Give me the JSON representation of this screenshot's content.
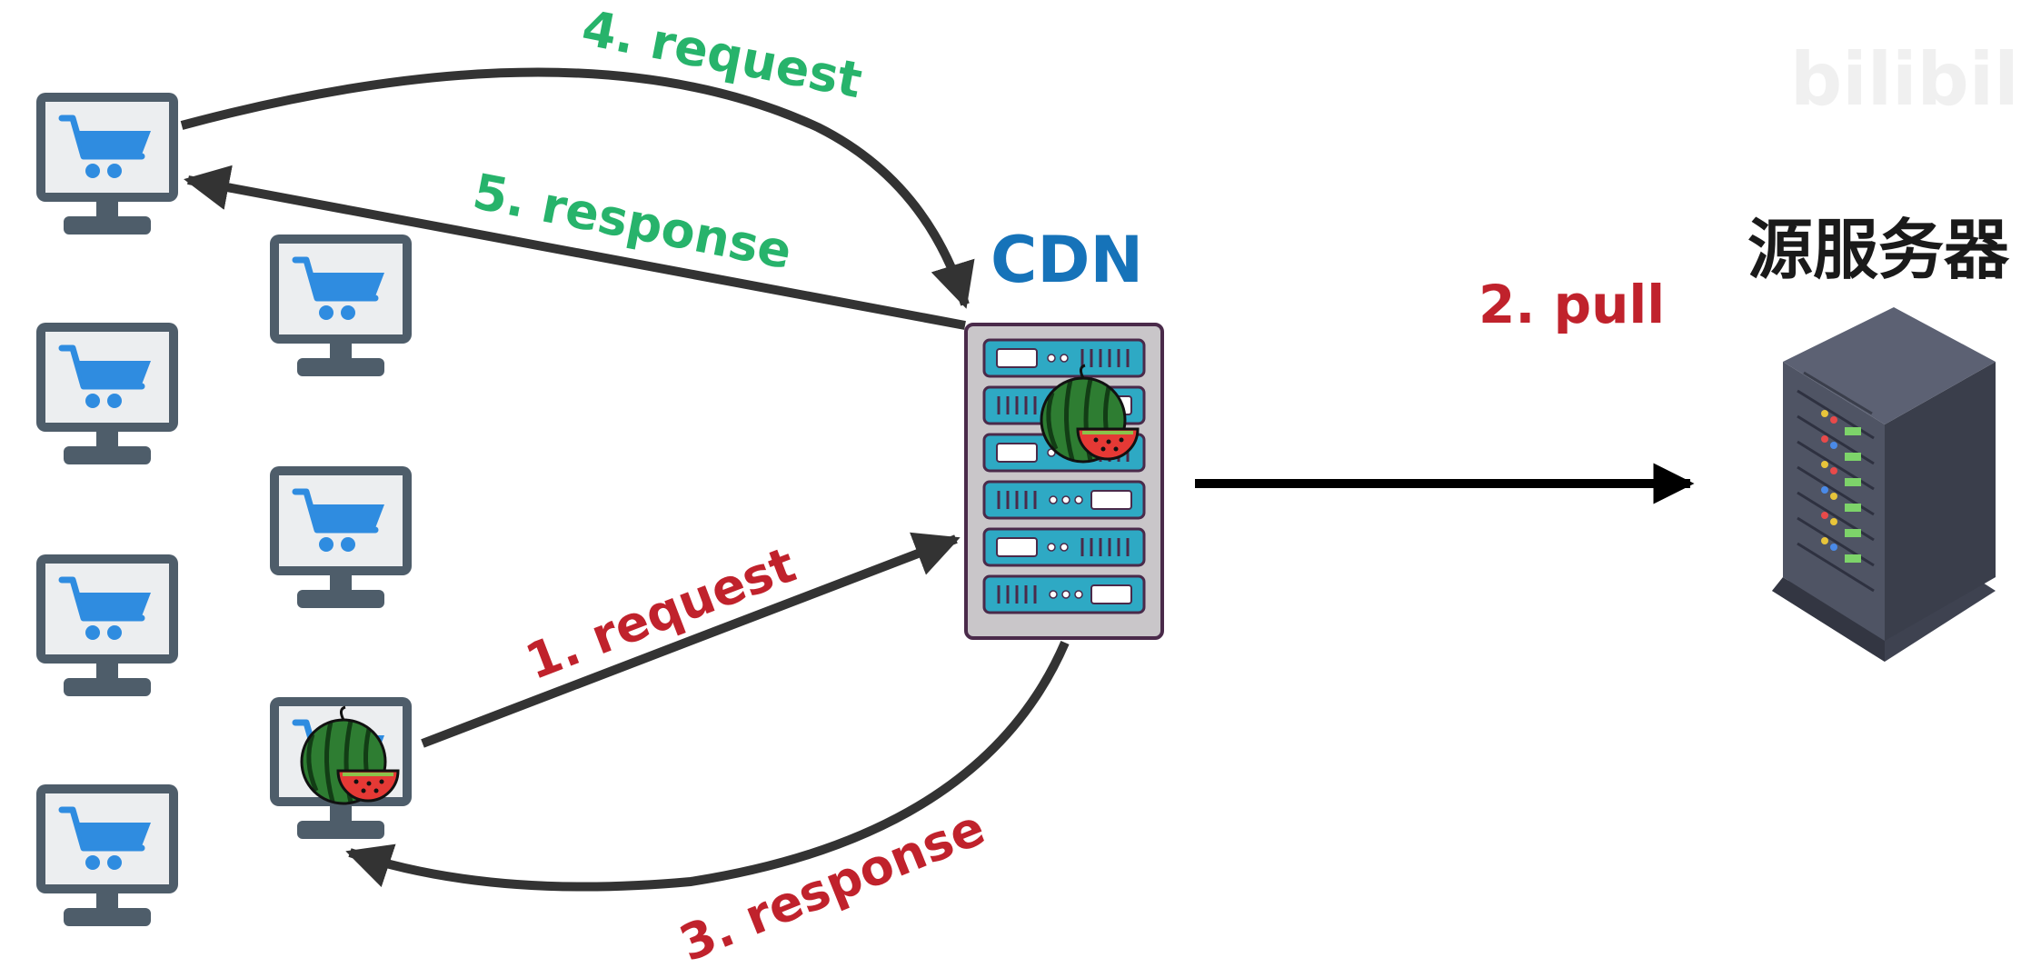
{
  "labels": {
    "cdn": "CDN",
    "origin": "源服务器",
    "step1": "1. request",
    "step2": "2. pull",
    "step3": "3. response",
    "step4": "4. request",
    "step5": "5. response"
  },
  "colors": {
    "red": "#c0222c",
    "green": "#27b36b",
    "blue": "#1673b9",
    "arrow": "#333333",
    "monitor_frame": "#4e5d6a",
    "screen": "#eceef0",
    "cart": "#2f8ce0"
  },
  "watermark": "bilibili"
}
